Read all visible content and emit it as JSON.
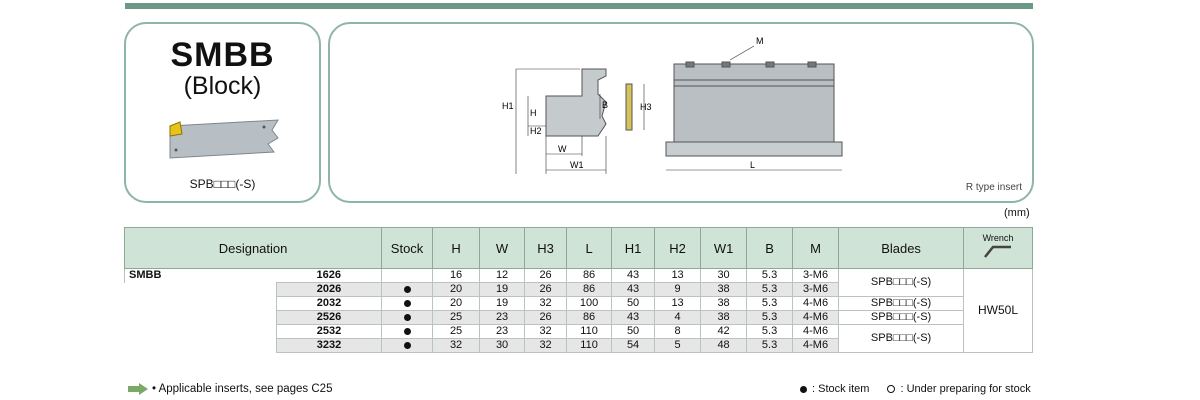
{
  "header": {
    "title": "SMBB",
    "subtitle": "(Block)"
  },
  "left_panel": {
    "blade_caption": "SPB□□□(-S)"
  },
  "drawing": {
    "labels": {
      "M": "M",
      "H": "H",
      "H1": "H1",
      "H2": "H2",
      "H3": "H3",
      "B": "B",
      "W": "W",
      "W1": "W1",
      "L": "L"
    },
    "note": "R type insert"
  },
  "unit": "(mm)",
  "table": {
    "headers": {
      "designation": "Designation",
      "stock": "Stock",
      "H": "H",
      "W": "W",
      "H3": "H3",
      "L": "L",
      "H1": "H1",
      "H2": "H2",
      "W1": "W1",
      "B": "B",
      "M": "M",
      "blades": "Blades",
      "wrench": "Wrench"
    },
    "series": "SMBB",
    "rows": [
      {
        "code": "1626",
        "stock": false,
        "H": "16",
        "W": "12",
        "H3": "26",
        "L": "86",
        "H1": "43",
        "H2": "13",
        "W1": "30",
        "B": "5.3",
        "M": "3-M6"
      },
      {
        "code": "2026",
        "stock": true,
        "H": "20",
        "W": "19",
        "H3": "26",
        "L": "86",
        "H1": "43",
        "H2": "9",
        "W1": "38",
        "B": "5.3",
        "M": "3-M6"
      },
      {
        "code": "2032",
        "stock": true,
        "H": "20",
        "W": "19",
        "H3": "32",
        "L": "100",
        "H1": "50",
        "H2": "13",
        "W1": "38",
        "B": "5.3",
        "M": "4-M6"
      },
      {
        "code": "2526",
        "stock": true,
        "H": "25",
        "W": "23",
        "H3": "26",
        "L": "86",
        "H1": "43",
        "H2": "4",
        "W1": "38",
        "B": "5.3",
        "M": "4-M6"
      },
      {
        "code": "2532",
        "stock": true,
        "H": "25",
        "W": "23",
        "H3": "32",
        "L": "110",
        "H1": "50",
        "H2": "8",
        "W1": "42",
        "B": "5.3",
        "M": "4-M6"
      },
      {
        "code": "3232",
        "stock": true,
        "H": "32",
        "W": "30",
        "H3": "32",
        "L": "110",
        "H1": "54",
        "H2": "5",
        "W1": "48",
        "B": "5.3",
        "M": "4-M6"
      }
    ],
    "blades": [
      "SPB□□□(-S)",
      "SPB□□□(-S)",
      "SPB□□□(-S)",
      "SPB□□□(-S)"
    ],
    "wrench": "HW50L"
  },
  "footer": {
    "inserts": "• Applicable inserts, see pages C25",
    "stock_item": ": Stock item",
    "preparing": ": Under preparing for stock"
  },
  "colors": {
    "accent": "#6a9a86",
    "border": "#8fb6a4",
    "header_bg": "#cfe3d6"
  }
}
